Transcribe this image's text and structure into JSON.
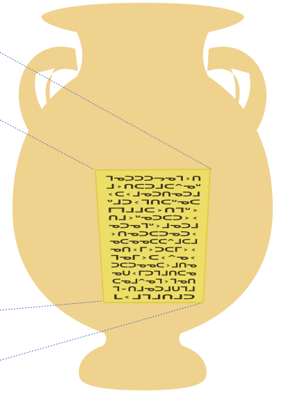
{
  "figure": {
    "colors": {
      "background": "#ffffff",
      "vase": "#efd28e",
      "panel": "#f4e56a",
      "panel_edge": "#e7d04a",
      "glyph": "#3a3320",
      "leader_line": "#4a6fb5"
    },
    "panel": {
      "glyph_rows": [
        "ᒣᓀᑐᑐᑐᓓᓀᒣ›ᑎ",
        "ᒧ›ᑎᑕᑐᒧᑕ^ᓀᐡ",
        "‹ᑕ‹ᒧᓀᑐᑎᓀᑐᒧ",
        "ᐡᒧᑐ‹ᒣᑎᑕᐡᓀᑕ",
        "ᒥᒣᒧᒧᑕ›ᑎᒣᐡ›",
        "ᑎᒧ›ᐡᓀᑐᑕᑐ›‹",
        "ᓀᑐᓀᒣᐡ›ᒧᓀᑐᒧ",
        "›ᑎᓀᑐᑕᑐᓀᑐ‹",
        "ᓀᑕᓀᓀᑕᑕ^ᒧᑕᒧ",
        "ᓀᑎ‹ᒥ›ᑐᑕᒥ›‹",
        "ᒣᓀᒥ›ᑕ‹^ᓀ‹",
        "ᑐᑕᑐᓀᓀᑕ›ᒧᑎᓀ",
        "ᓀᑌ‹ᒥᑐᒣᒧᑎᑕᓀ",
        "ᑕᓀᒧ^ᓀᒣ›ᒣᓀᑎ",
        "ᒣ-ᑎᒧᓀᑐᒧᑌᒣᒧ",
        "ᒪ‹ᒧᒣᒧᑎᒧᑐ"
      ]
    }
  }
}
